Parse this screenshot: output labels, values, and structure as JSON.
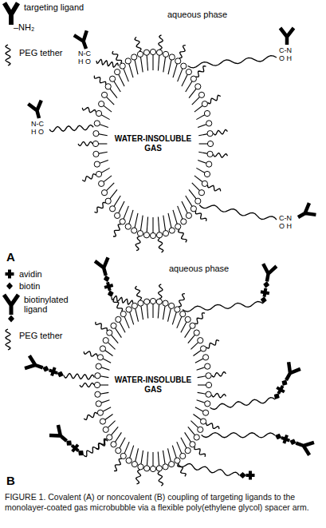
{
  "diagram": {
    "caption": "FIGURE 1. Covalent (A) or noncovalent (B) coupling of targeting ligands to the monolayer-coated gas microbubble via a flexible poly(ethylene glycol) spacer arm.",
    "nodes": [
      {
        "text": [
          "WATER-INSOLUBLE GAS"
        ]
      },
      {
        "text": [
          "WATER-INSOLUBLE GAS"
        ]
      }
    ],
    "labels": [
      "–NH₂",
      "aqueous phase",
      "N-C",
      "H O",
      "C-N",
      "O H",
      "N-C",
      "H O",
      "C-N",
      "O H",
      "A",
      "aqueous phase",
      "B"
    ],
    "legend": [
      {
        "text": "targeting ligand"
      },
      {
        "text": "PEG tether"
      },
      {
        "text": "avidin"
      },
      {
        "text": "biotin"
      },
      {
        "text": "biotinylated ligand"
      },
      {
        "text": "PEG tether"
      }
    ]
  }
}
